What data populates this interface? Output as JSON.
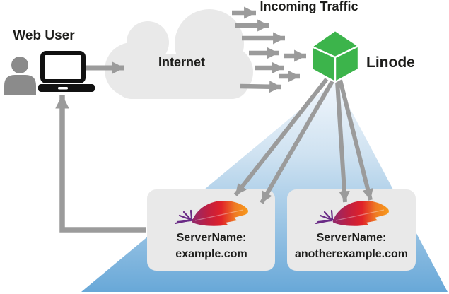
{
  "labels": {
    "web_user": "Web User",
    "internet": "Internet",
    "incoming_traffic": "Incoming Traffic",
    "linode": "Linode"
  },
  "servers": [
    {
      "name_label": "ServerName:",
      "domain": "example.com"
    },
    {
      "name_label": "ServerName:",
      "domain": "anotherexample.com"
    }
  ],
  "colors": {
    "arrow": "#9b9b9b",
    "cloud": "#e9e9e9",
    "card": "#e9e9e9",
    "person": "#8b8b8b",
    "laptop": "#111111",
    "cube_green": "#3cb44b",
    "funnel_top": "#f2f7fc",
    "funnel_mid": "#cfe2f1",
    "funnel_bottom": "#68a8d8",
    "text": "#1d1d1b",
    "feather_purple": "#6a2c86",
    "feather_red": "#d91f2d",
    "feather_orange": "#f69a20"
  },
  "icons": {
    "person": "person-icon",
    "laptop": "laptop-icon",
    "cloud": "cloud-icon",
    "linode_cube": "linode-cube-icon",
    "apache_feather": "apache-feather-icon",
    "traffic_arrow": "arrow-right-icon",
    "return_arrow": "arrow-up-icon"
  }
}
